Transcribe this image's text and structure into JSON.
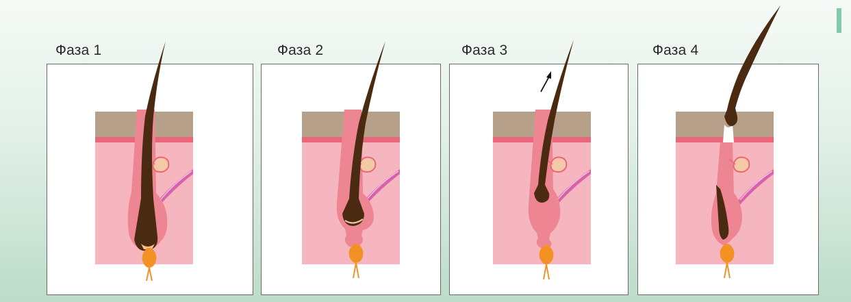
{
  "phases": [
    {
      "label": "Фаза 1"
    },
    {
      "label": "Фаза 2"
    },
    {
      "label": "Фаза 3"
    },
    {
      "label": "Фаза 4"
    }
  ],
  "colors": {
    "skin_top": "#b7a08a",
    "epidermis": "#e8677a",
    "dermis": "#f6b6bf",
    "follicle": "#ee8593",
    "hair": "#4a2b12",
    "papilla": "#f39125",
    "gland": "#f4c9a6",
    "muscle": "#d961a8",
    "accent": "#7fcaa7"
  }
}
